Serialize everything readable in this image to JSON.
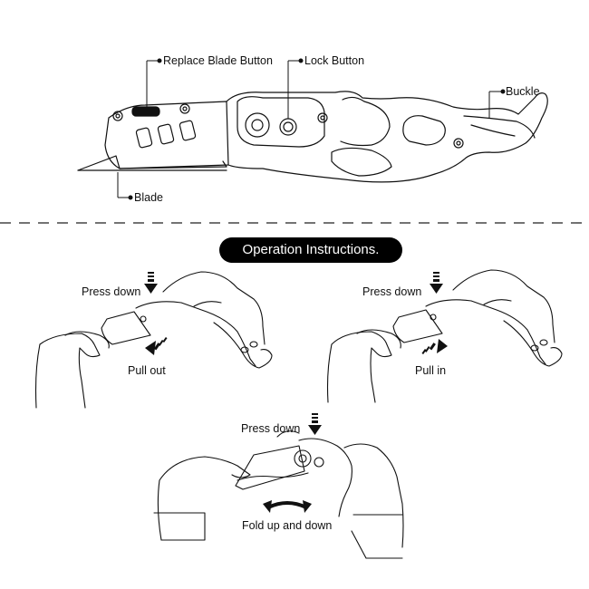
{
  "knife_labels": {
    "replace_blade_button": "Replace Blade Button",
    "lock_button": "Lock Button",
    "buckle": "Buckle",
    "blade": "Blade"
  },
  "instructions_title": "Operation Instructions.",
  "steps": [
    {
      "press": "Press down",
      "action": "Pull out"
    },
    {
      "press": "Press down",
      "action": "Pull in"
    },
    {
      "press": "Press down",
      "action": "Fold up and down"
    }
  ],
  "colors": {
    "line": "#111111",
    "title_bg": "#000000",
    "title_text": "#ffffff"
  }
}
